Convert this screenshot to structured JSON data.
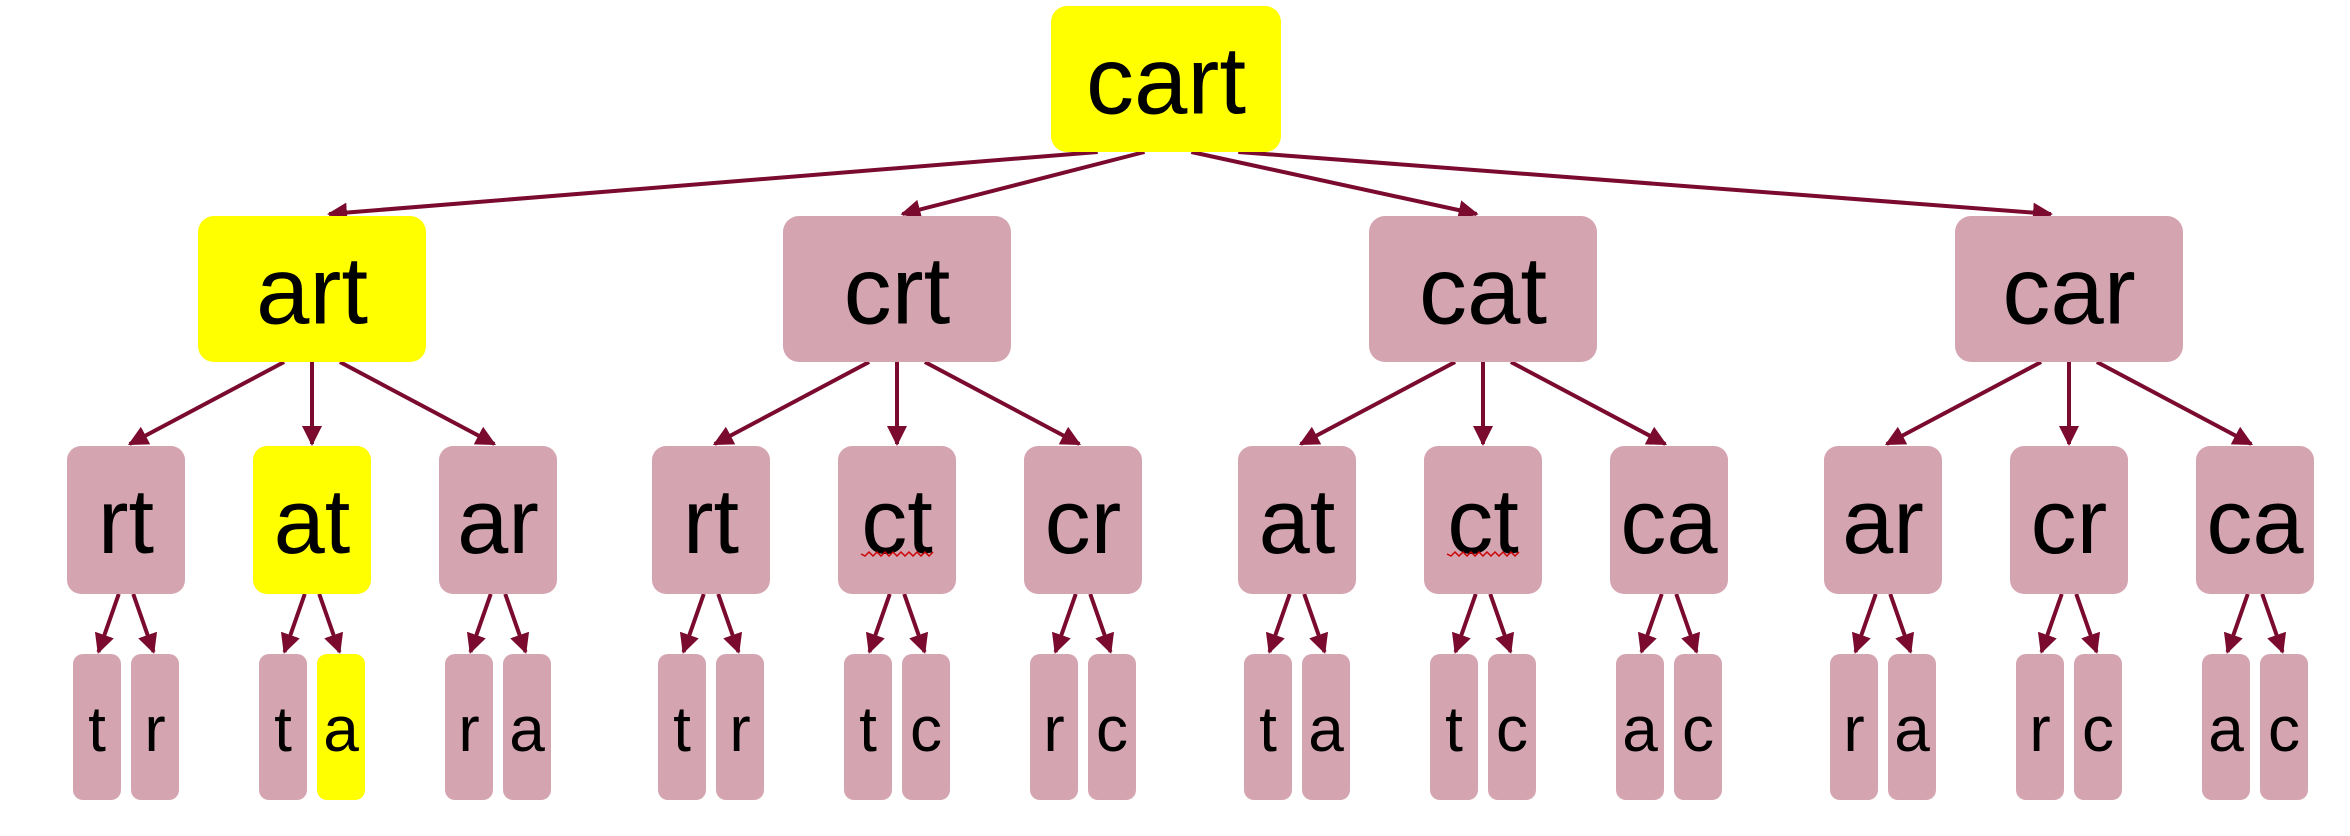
{
  "colors": {
    "node_fill": "#d4a5b1",
    "highlight_fill": "#ffff00",
    "edge": "#7a0a2e",
    "squiggle": "#cc0000"
  },
  "tree": {
    "label": "cart",
    "highlighted": true,
    "children": [
      {
        "label": "art",
        "highlighted": true,
        "children": [
          {
            "label": "rt",
            "highlighted": false,
            "children": [
              {
                "label": "t",
                "highlighted": false
              },
              {
                "label": "r",
                "highlighted": false
              }
            ]
          },
          {
            "label": "at",
            "highlighted": true,
            "children": [
              {
                "label": "t",
                "highlighted": false
              },
              {
                "label": "a",
                "highlighted": true
              }
            ]
          },
          {
            "label": "ar",
            "highlighted": false,
            "children": [
              {
                "label": "r",
                "highlighted": false
              },
              {
                "label": "a",
                "highlighted": false
              }
            ]
          }
        ]
      },
      {
        "label": "crt",
        "highlighted": false,
        "children": [
          {
            "label": "rt",
            "highlighted": false,
            "children": [
              {
                "label": "t",
                "highlighted": false
              },
              {
                "label": "r",
                "highlighted": false
              }
            ]
          },
          {
            "label": "ct",
            "highlighted": false,
            "spell_mark": true,
            "children": [
              {
                "label": "t",
                "highlighted": false
              },
              {
                "label": "c",
                "highlighted": false
              }
            ]
          },
          {
            "label": "cr",
            "highlighted": false,
            "children": [
              {
                "label": "r",
                "highlighted": false
              },
              {
                "label": "c",
                "highlighted": false
              }
            ]
          }
        ]
      },
      {
        "label": "cat",
        "highlighted": false,
        "children": [
          {
            "label": "at",
            "highlighted": false,
            "children": [
              {
                "label": "t",
                "highlighted": false
              },
              {
                "label": "a",
                "highlighted": false
              }
            ]
          },
          {
            "label": "ct",
            "highlighted": false,
            "spell_mark": true,
            "children": [
              {
                "label": "t",
                "highlighted": false
              },
              {
                "label": "c",
                "highlighted": false
              }
            ]
          },
          {
            "label": "ca",
            "highlighted": false,
            "children": [
              {
                "label": "a",
                "highlighted": false
              },
              {
                "label": "c",
                "highlighted": false
              }
            ]
          }
        ]
      },
      {
        "label": "car",
        "highlighted": false,
        "children": [
          {
            "label": "ar",
            "highlighted": false,
            "children": [
              {
                "label": "r",
                "highlighted": false
              },
              {
                "label": "a",
                "highlighted": false
              }
            ]
          },
          {
            "label": "cr",
            "highlighted": false,
            "children": [
              {
                "label": "r",
                "highlighted": false
              },
              {
                "label": "c",
                "highlighted": false
              }
            ]
          },
          {
            "label": "ca",
            "highlighted": false,
            "children": [
              {
                "label": "a",
                "highlighted": false
              },
              {
                "label": "c",
                "highlighted": false
              }
            ]
          }
        ]
      }
    ]
  }
}
